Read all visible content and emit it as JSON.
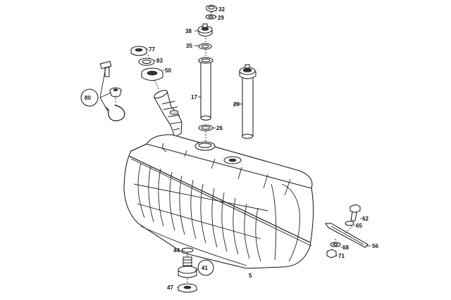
{
  "diagram": {
    "callouts": [
      {
        "id": "32",
        "text": "32"
      },
      {
        "id": "29",
        "text": "29"
      },
      {
        "id": "38",
        "text": "38"
      },
      {
        "id": "35",
        "text": "35"
      },
      {
        "id": "77",
        "text": "77"
      },
      {
        "id": "83",
        "text": "83"
      },
      {
        "id": "50",
        "text": "50"
      },
      {
        "id": "80",
        "text": "80"
      },
      {
        "id": "17",
        "text": "17"
      },
      {
        "id": "20",
        "text": "20"
      },
      {
        "id": "26",
        "text": "26"
      },
      {
        "id": "62",
        "text": "62"
      },
      {
        "id": "65",
        "text": "65"
      },
      {
        "id": "56",
        "text": "56"
      },
      {
        "id": "68",
        "text": "68"
      },
      {
        "id": "71",
        "text": "71"
      },
      {
        "id": "44",
        "text": "44"
      },
      {
        "id": "41",
        "text": "41"
      },
      {
        "id": "47",
        "text": "47"
      },
      {
        "id": "5",
        "text": "5"
      }
    ]
  }
}
